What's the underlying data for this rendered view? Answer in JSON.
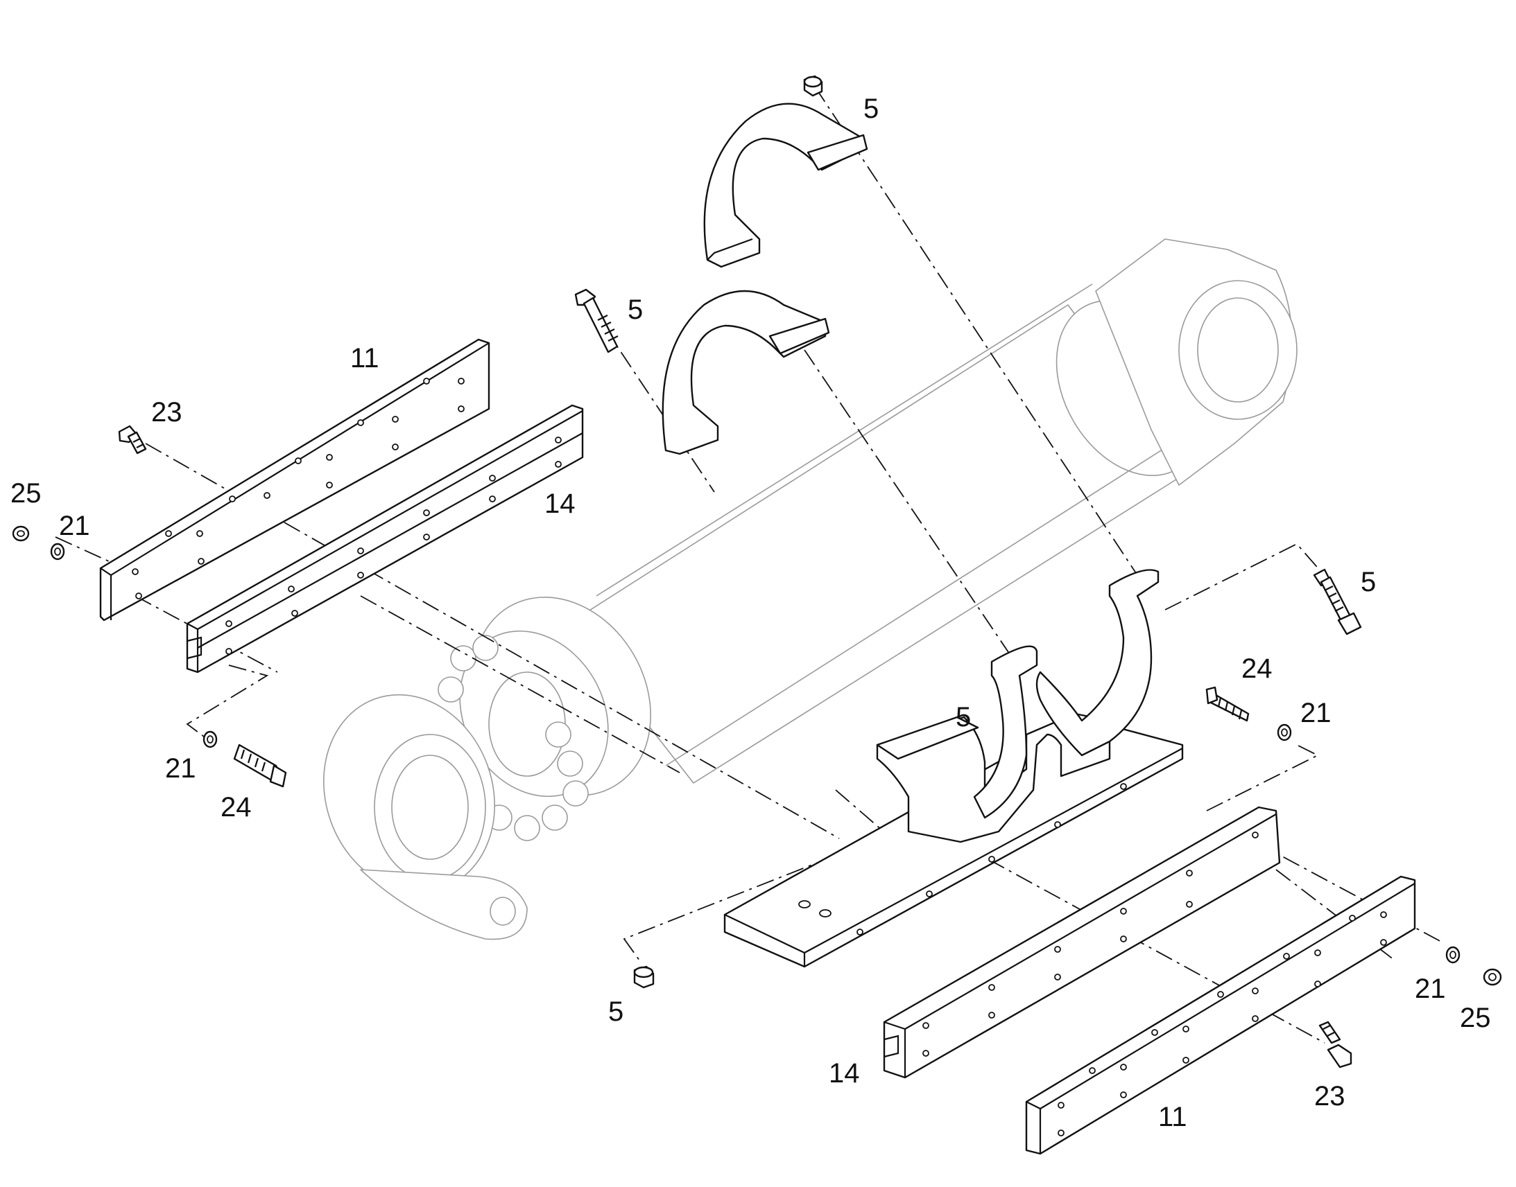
{
  "callouts": [
    {
      "id": "c5-top-nut",
      "text": "5"
    },
    {
      "id": "c5-upper-clamp-bolt",
      "text": "5"
    },
    {
      "id": "c5-right-bolt",
      "text": "5"
    },
    {
      "id": "c5-lower-clamp",
      "text": "5"
    },
    {
      "id": "c5-bottom-nut",
      "text": "5"
    },
    {
      "id": "c11-left",
      "text": "11"
    },
    {
      "id": "c11-right",
      "text": "11"
    },
    {
      "id": "c14-left",
      "text": "14"
    },
    {
      "id": "c14-right",
      "text": "14"
    },
    {
      "id": "c21-left-top",
      "text": "21"
    },
    {
      "id": "c21-left-bottom",
      "text": "21"
    },
    {
      "id": "c21-right-top",
      "text": "21"
    },
    {
      "id": "c21-right-bottom",
      "text": "21"
    },
    {
      "id": "c23-left",
      "text": "23"
    },
    {
      "id": "c23-right",
      "text": "23"
    },
    {
      "id": "c24-left",
      "text": "24"
    },
    {
      "id": "c24-right",
      "text": "24"
    },
    {
      "id": "c25-left",
      "text": "25"
    },
    {
      "id": "c25-right",
      "text": "25"
    }
  ]
}
